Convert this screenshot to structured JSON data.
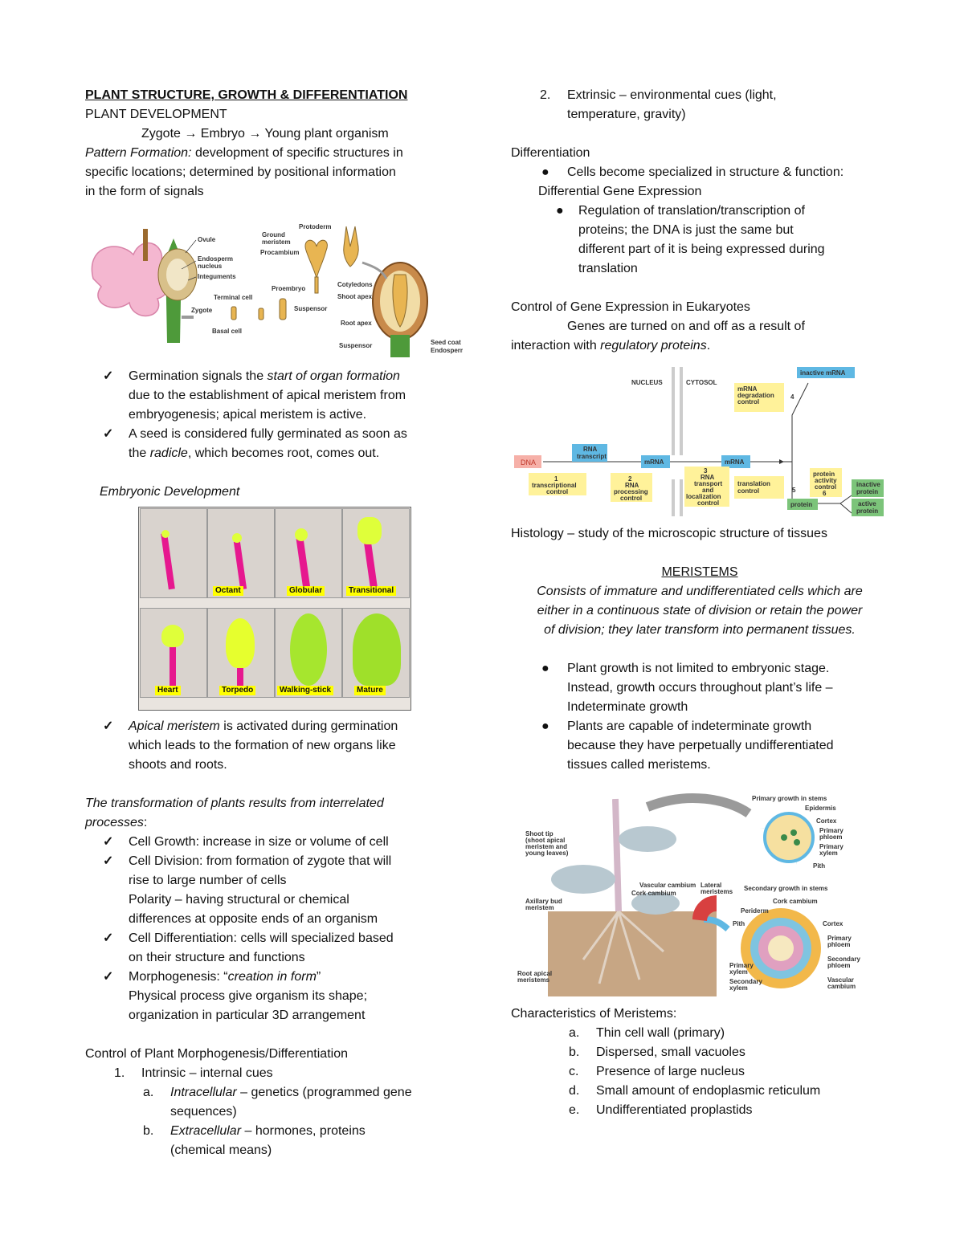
{
  "left": {
    "title": "PLANT STRUCTURE, GROWTH & DIFFERENTIATION",
    "subtitle": "PLANT DEVELOPMENT",
    "sequence": "Zygote → Embryo → Young plant organism",
    "pattern_label": "Pattern Formation:",
    "pattern_lines": [
      " development of specific structures in",
      "specific locations; determined by positional information",
      "in the form of signals"
    ],
    "fig1_labels": {
      "ovule": "Ovule",
      "endosperm_nucleus_1": "Endosperm",
      "endosperm_nucleus_2": "nucleus",
      "integuments": "Integuments",
      "terminal_cell": "Terminal cell",
      "zygote": "Zygote",
      "basal_cell": "Basal cell",
      "protoderm": "Protoderm",
      "ground_meristem_1": "Ground",
      "ground_meristem_2": "meristem",
      "procambium": "Procambium",
      "proembryo": "Proembryo",
      "suspensor": "Suspensor",
      "cotyledons": "Cotyledons",
      "shoot_apex": "Shoot apex",
      "root_apex": "Root apex",
      "suspensor2": "Suspensor",
      "seed_coat": "Seed coat",
      "endosperm": "Endosperm"
    },
    "germination": {
      "l1_pre": "Germination signals the ",
      "l1_it": "start of organ formation",
      "l2": "due to the establishment of apical meristem from",
      "l3": "embryogenesis; apical meristem is active."
    },
    "seed": {
      "l1": "A seed is considered fully germinated as soon as",
      "l2_pre": "the ",
      "l2_it": "radicle",
      "l2_post": ", which becomes root, comes out."
    },
    "embryonic_heading": "Embryonic Development",
    "stages": [
      "Octant",
      "Globular",
      "Transitional",
      "Heart",
      "Torpedo",
      "Walking-stick",
      "Mature"
    ],
    "apical": {
      "l1_it": "Apical meristem",
      "l1_post": " is activated during germination",
      "l2": "which leads to the formation of new organs like",
      "l3": "shoots and roots."
    },
    "transform": {
      "l1": "The transformation of plants results from interrelated",
      "l2": "processes",
      "l2_colon": ":"
    },
    "processes": {
      "growth": "Cell Growth: increase in size or volume of cell",
      "division_1": "Cell Division: from formation of zygote that will",
      "division_2": "rise to large number of cells",
      "polarity_1": "Polarity – having structural or chemical",
      "polarity_2": "differences at opposite ends of an organism",
      "diff_1": "Cell Differentiation: cells will specialized based",
      "diff_2": "on their structure and functions",
      "morpho_pre": "Morphogenesis: “",
      "morpho_it": "creation in form",
      "morpho_post": "”",
      "morpho_2": "Physical process give organism its shape;",
      "morpho_3": "organization in particular 3D arrangement"
    },
    "control_heading": "Control of Plant Morphogenesis/Differentiation",
    "intrinsic": {
      "num": "1.",
      "text": "Intrinsic – internal cues"
    },
    "intra": {
      "mk": "a.",
      "it": "Intracellular",
      "rest": " – genetics (programmed gene",
      "l2": "sequences)"
    },
    "extra": {
      "mk": "b.",
      "it": "Extracellular",
      "rest": " – hormones, proteins",
      "l2": "(chemical means)"
    }
  },
  "right": {
    "extrinsic": {
      "num": "2.",
      "l1": "Extrinsic – environmental cues (light,",
      "l2": "temperature, gravity)"
    },
    "differentiation_heading": "Differentiation",
    "diff_bullet": "Cells become specialized in structure & function:",
    "dge": "Differential Gene Expression",
    "reg": [
      "Regulation of translation/transcription of",
      "proteins; the DNA is just the same but",
      "different part of it is being expressed during",
      "translation"
    ],
    "control_euk_heading": "Control of Gene Expression in Eukaryotes",
    "genes_l1": "Genes are turned on and off as a result of",
    "genes_l2_pre": "interaction with ",
    "genes_l2_it": "regulatory proteins",
    "genes_l2_post": ".",
    "gene_fig": {
      "nucleus": "NUCLEUS",
      "cytosol": "CYTOSOL",
      "dna": "DNA",
      "rna_transcript_1": "RNA",
      "rna_transcript_2": "transcript",
      "mrna": "mRNA",
      "mrna2": "mRNA",
      "inactive_mrna": "inactive mRNA",
      "c1_n": "1",
      "c1_a": "transcriptional",
      "c1_b": "control",
      "c2_n": "2",
      "c2_a": "RNA",
      "c2_b": "processing",
      "c2_c": "control",
      "c3_n": "3",
      "c3_a": "RNA",
      "c3_b": "transport",
      "c3_c": "and",
      "c3_d": "localization",
      "c3_e": "control",
      "c4_a": "mRNA",
      "c4_b": "degradation",
      "c4_c": "control",
      "c4_n": "4",
      "c5_a": "translation",
      "c5_b": "control",
      "c5_n": "5",
      "c6_a": "protein",
      "c6_b": "activity",
      "c6_c": "control",
      "c6_n": "6",
      "protein": "protein",
      "inactive_protein_1": "inactive",
      "inactive_protein_2": "protein",
      "active_protein_1": "active",
      "active_protein_2": "protein"
    },
    "histology": "Histology – study of the microscopic structure of tissues",
    "meristems_heading": "MERISTEMS",
    "meristems_def": [
      "Consists of immature and undifferentiated cells which are",
      "either in a continuous state of division or retain the power",
      "of division; they later transform into permanent tissues."
    ],
    "growth_bullets": [
      [
        "Plant growth is not limited to embryonic stage.",
        "Instead, growth occurs throughout plant’s life –",
        "Indeterminate growth"
      ],
      [
        "Plants are capable of indeterminate growth",
        "because they have perpetually undifferentiated",
        "tissues called meristems."
      ]
    ],
    "mer_fig": {
      "shoot_tip_1": "Shoot tip",
      "shoot_tip_2": "(shoot apical",
      "shoot_tip_3": "meristem and",
      "shoot_tip_4": "young leaves)",
      "axillary_1": "Axillary bud",
      "axillary_2": "meristem",
      "vascular_cambium": "Vascular cambium",
      "cork_cambium": "Cork cambium",
      "lateral_1": "Lateral",
      "lateral_2": "meristems",
      "root_apical_1": "Root apical",
      "root_apical_2": "meristems",
      "primary_growth": "Primary growth in stems",
      "epidermis": "Epidermis",
      "cortex": "Cortex",
      "primary_phloem_1": "Primary",
      "primary_phloem_2": "phloem",
      "primary_xylem_1": "Primary",
      "primary_xylem_2": "xylem",
      "pith": "Pith",
      "secondary_growth": "Secondary growth in stems",
      "cork_cambium2": "Cork cambium",
      "periderm": "Periderm",
      "pith2": "Pith",
      "cortex2": "Cortex",
      "pph_1": "Primary",
      "pph_2": "phloem",
      "sph_1": "Secondary",
      "sph_2": "phloem",
      "pxy_1": "Primary",
      "pxy_2": "xylem",
      "sxy_1": "Secondary",
      "sxy_2": "xylem",
      "vc_1": "Vascular",
      "vc_2": "cambium"
    },
    "characteristics_heading": "Characteristics of Meristems:",
    "characteristics": [
      {
        "mk": "a.",
        "text": "Thin cell wall (primary)"
      },
      {
        "mk": "b.",
        "text": "Dispersed, small vacuoles"
      },
      {
        "mk": "c.",
        "text": "Presence of large nucleus"
      },
      {
        "mk": "d.",
        "text": "Small amount of endoplasmic reticulum"
      },
      {
        "mk": "e.",
        "text": "Undifferentiated proplastids"
      }
    ]
  },
  "colors": {
    "yellow_box": "#fff29a",
    "blue_box": "#5fb8e3",
    "green_box": "#7cc47a",
    "magenta": "#e6188f",
    "highlight": "#ffff00"
  }
}
